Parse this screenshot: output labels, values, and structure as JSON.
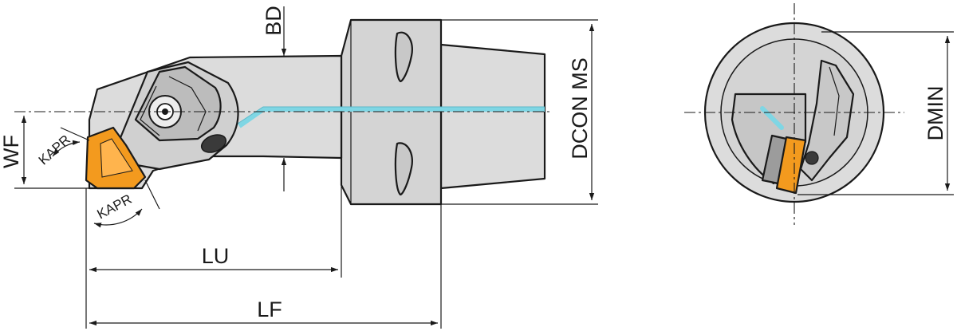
{
  "colors": {
    "body": "#dcdcdc",
    "body_dark": "#c8c8c8",
    "insert": "#f39a1e",
    "coolant": "#7fd6e4",
    "line": "#1a1a1a"
  },
  "labels": {
    "bd": "BD",
    "dcon_ms": "DCON MS",
    "wf": "WF",
    "kapr_top": "KAPR",
    "kapr_bottom": "KAPR",
    "lu": "LU",
    "lf": "LF",
    "dmin": "DMIN"
  }
}
